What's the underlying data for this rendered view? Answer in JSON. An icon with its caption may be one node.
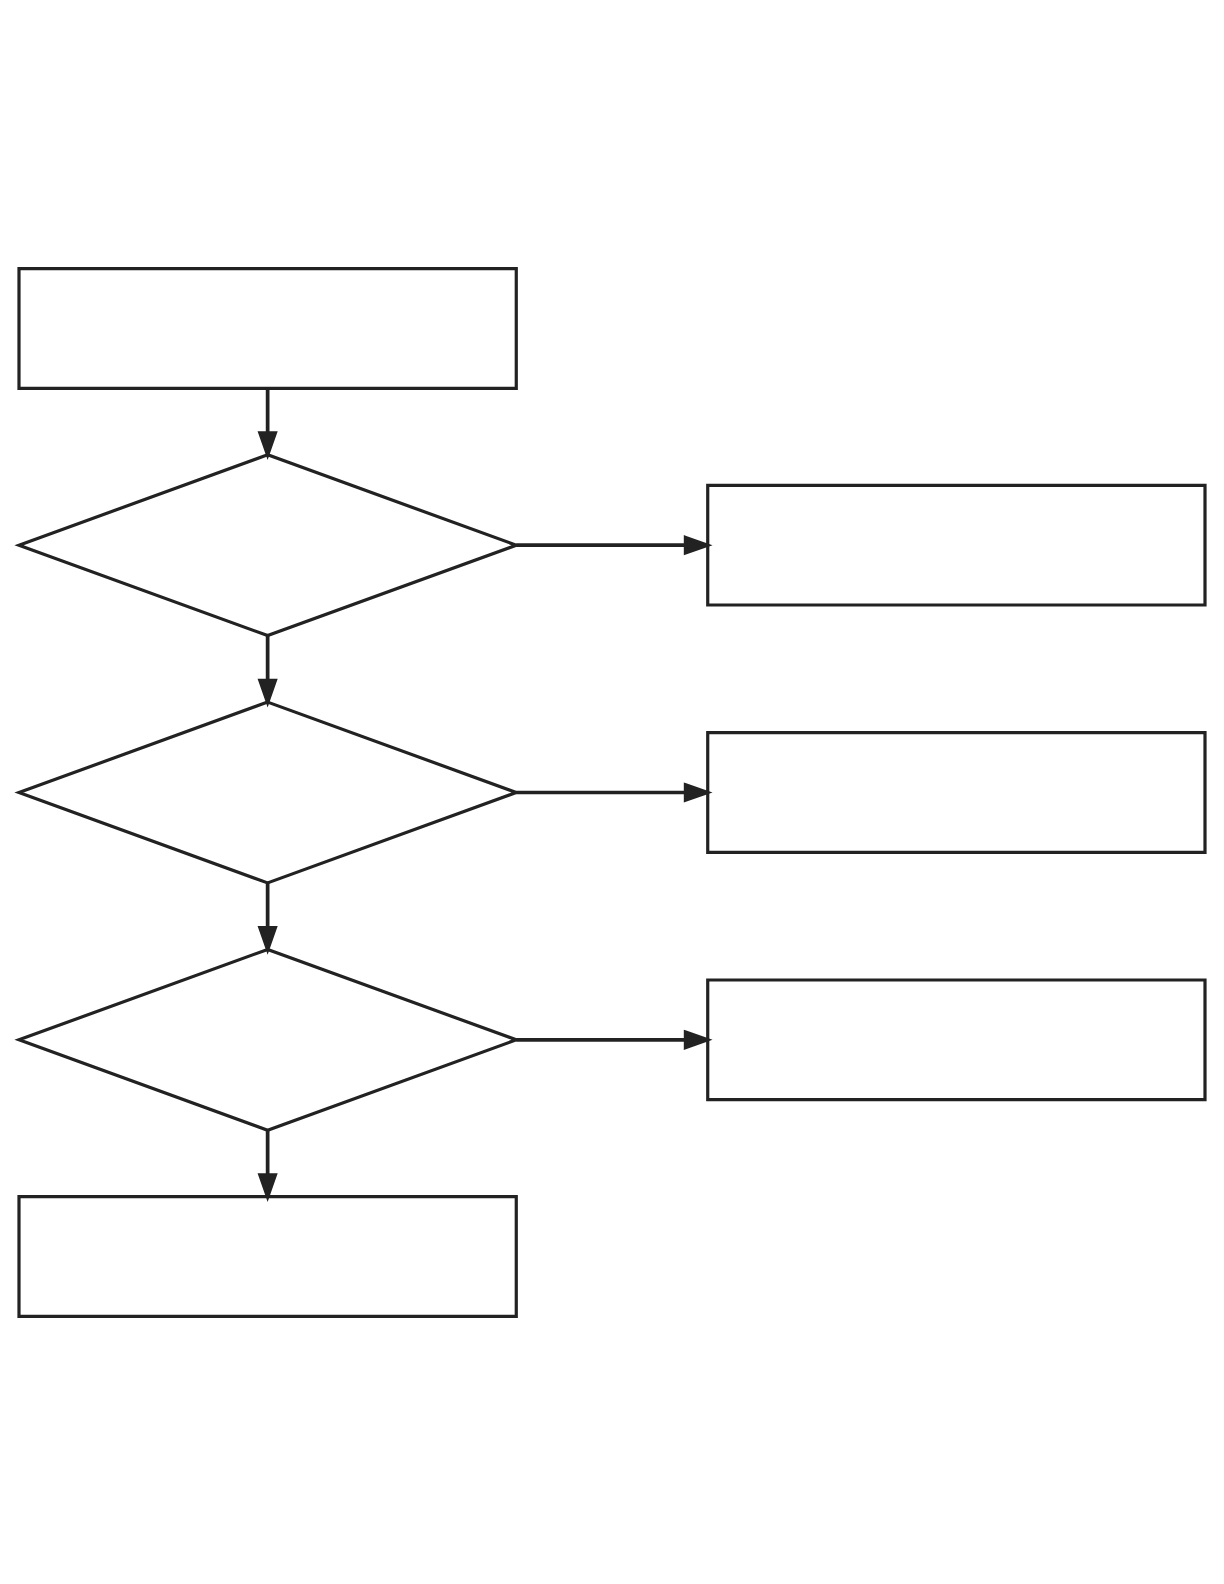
{
  "diagram": {
    "nodes": [
      {
        "text": [],
        "shape": "box"
      },
      {
        "text": [],
        "shape": "diamond"
      },
      {
        "text": [],
        "shape": "box"
      },
      {
        "text": [],
        "shape": "diamond"
      },
      {
        "text": [],
        "shape": "box"
      },
      {
        "text": [],
        "shape": "diamond"
      },
      {
        "text": [],
        "shape": "box"
      },
      {
        "text": [],
        "shape": "box"
      }
    ],
    "edges": [
      {
        "from": 0,
        "to": 1,
        "arrow": "to"
      },
      {
        "from": 1,
        "to": 2,
        "arrow": "to"
      },
      {
        "from": 1,
        "to": 3,
        "arrow": "to"
      },
      {
        "from": 3,
        "to": 4,
        "arrow": "to"
      },
      {
        "from": 3,
        "to": 5,
        "arrow": "to"
      },
      {
        "from": 5,
        "to": 6,
        "arrow": "to"
      },
      {
        "from": 5,
        "to": 7,
        "arrow": "to"
      }
    ]
  }
}
